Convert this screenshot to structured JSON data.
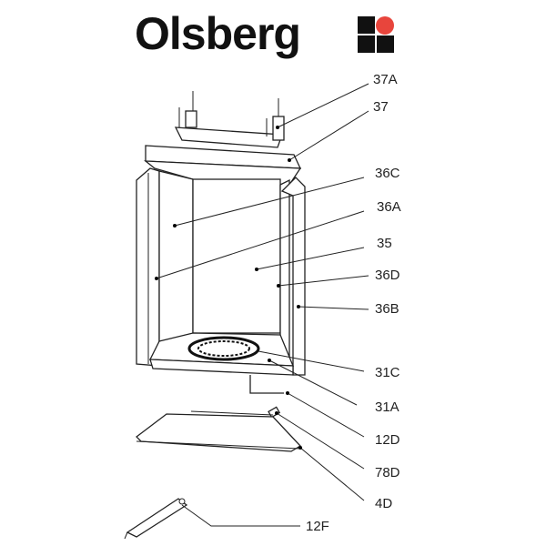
{
  "brand": {
    "name": "Olsberg",
    "logo_color_accent": "#e8453c"
  },
  "labels": [
    "37A",
    "37",
    "36C",
    "36A",
    "35",
    "36D",
    "36B",
    "31C",
    "31A",
    "12D",
    "78D",
    "4D",
    "12F"
  ]
}
